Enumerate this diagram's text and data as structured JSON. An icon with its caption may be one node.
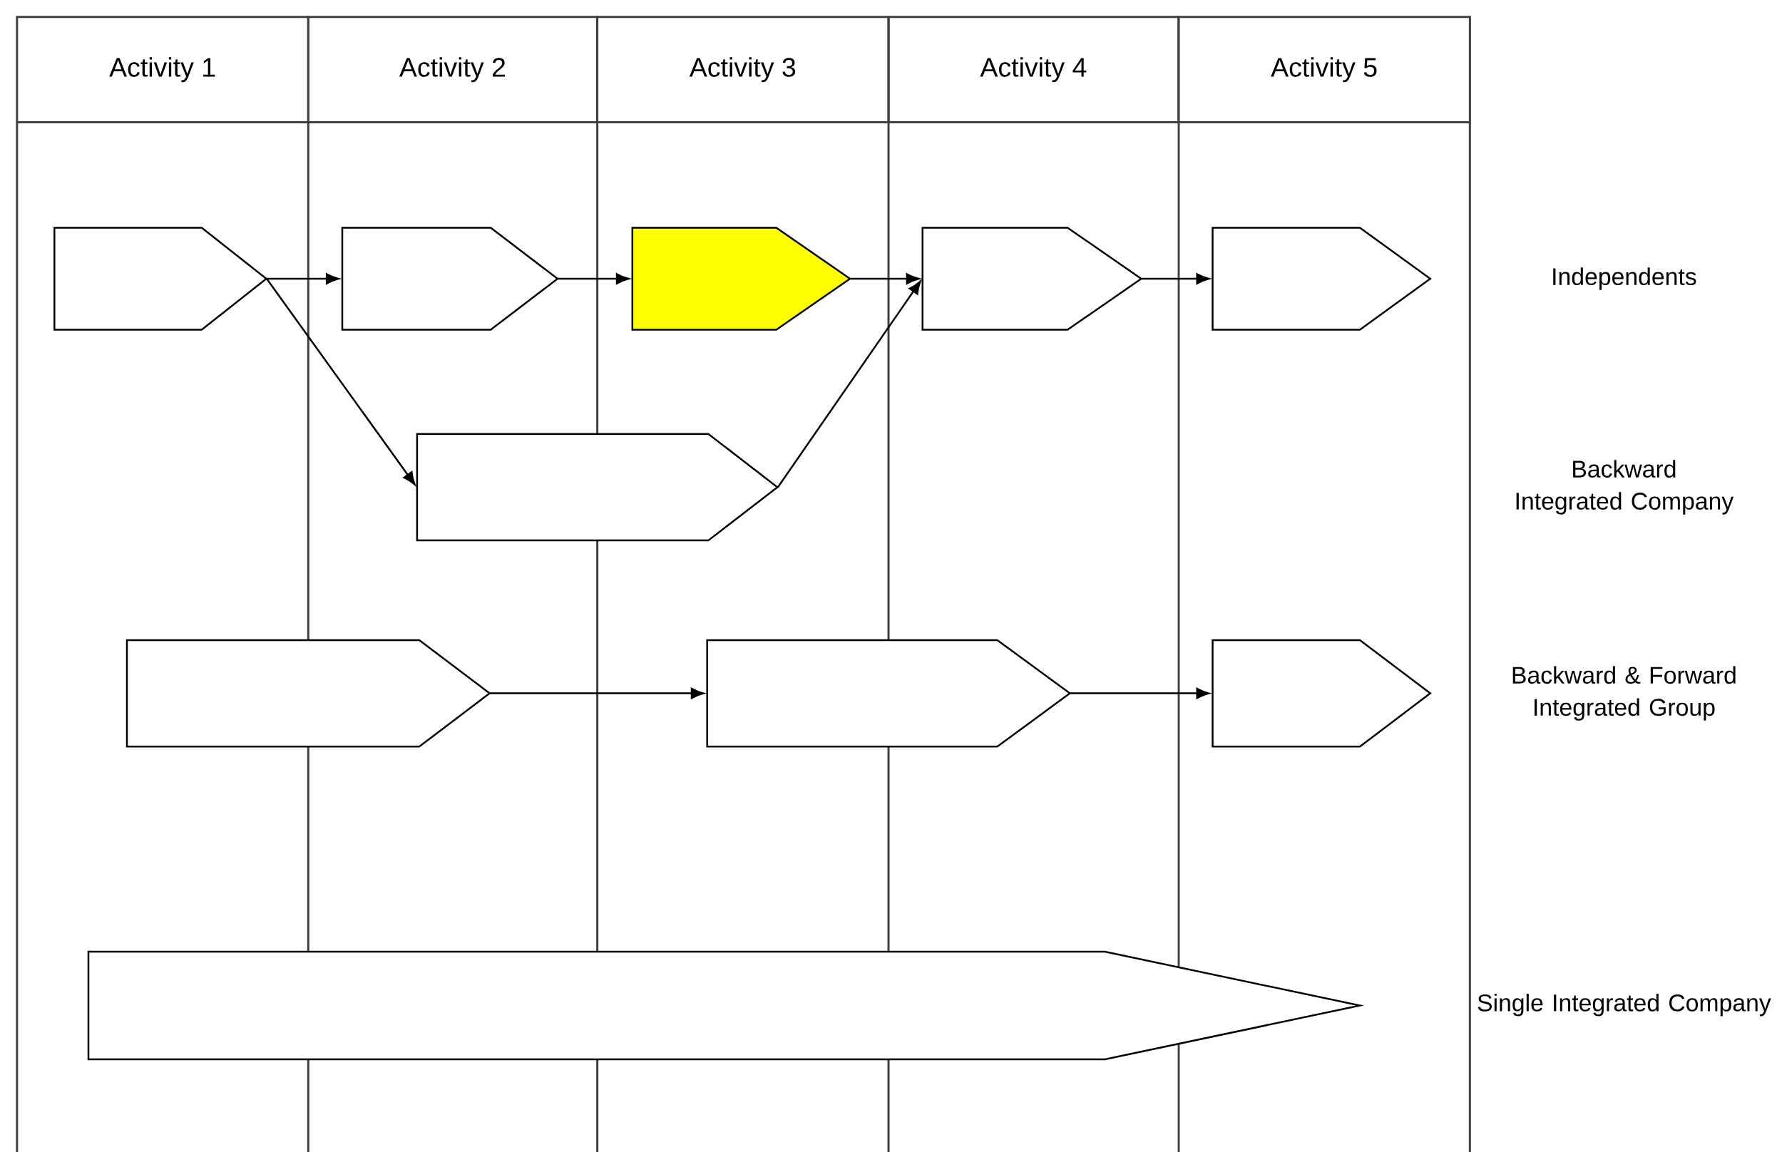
{
  "diagram": {
    "nodes": [
      {
        "text": [
          "Activity 1"
        ]
      },
      {
        "text": [
          "Activity 2"
        ]
      },
      {
        "text": [
          "Activity 3"
        ]
      },
      {
        "text": [
          "Activity 4"
        ]
      },
      {
        "text": [
          "Activity 5"
        ]
      },
      {
        "text": [],
        "shape": "pentagon"
      },
      {
        "text": [],
        "shape": "pentagon"
      },
      {
        "text": [],
        "shape": "pentagon"
      },
      {
        "text": [],
        "shape": "pentagon"
      },
      {
        "text": [],
        "shape": "pentagon"
      },
      {
        "text": [],
        "shape": "pentagon"
      },
      {
        "text": [],
        "shape": "pentagon"
      },
      {
        "text": [],
        "shape": "pentagon"
      },
      {
        "text": [],
        "shape": "pentagon"
      },
      {
        "text": [],
        "shape": "pentagon"
      }
    ],
    "edges": [
      {
        "from": 5,
        "to": 6,
        "arrow": "to"
      },
      {
        "from": 6,
        "to": 7,
        "arrow": "to"
      },
      {
        "from": 7,
        "to": 8,
        "arrow": "to"
      },
      {
        "from": 8,
        "to": 9,
        "arrow": "to"
      },
      {
        "from": 5,
        "to": 10,
        "arrow": "to"
      },
      {
        "from": 10,
        "to": 8,
        "arrow": "to"
      },
      {
        "from": 11,
        "to": 12,
        "arrow": "to"
      },
      {
        "from": 12,
        "to": 13,
        "arrow": "to"
      }
    ],
    "labels": [
      "Independents",
      "Backward Integrated Company",
      "Backward & Forward Integrated Group",
      "Single Integrated Company"
    ]
  }
}
